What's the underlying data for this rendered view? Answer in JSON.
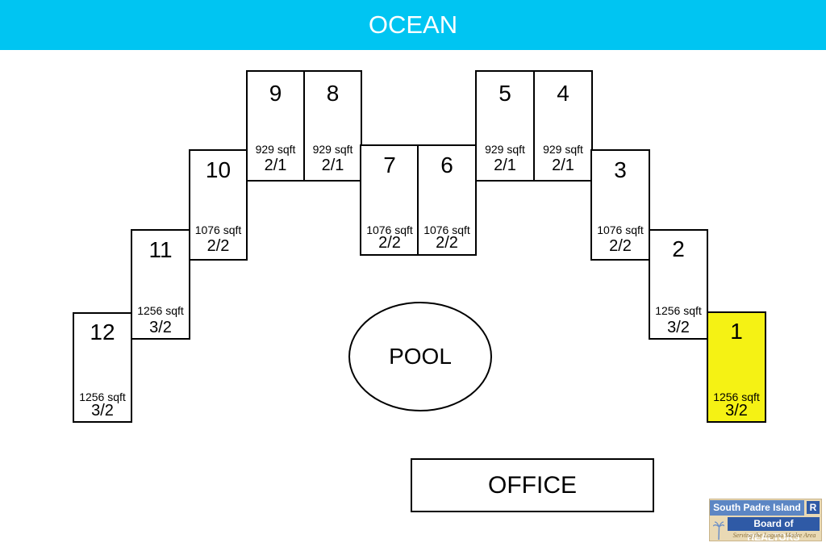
{
  "banner": {
    "label": "OCEAN",
    "color": "#00c5f2"
  },
  "units": [
    {
      "number": "12",
      "sqft": "1256 sqft",
      "rooms": "3/2",
      "highlighted": false
    },
    {
      "number": "11",
      "sqft": "1256 sqft",
      "rooms": "3/2",
      "highlighted": false
    },
    {
      "number": "10",
      "sqft": "1076 sqft",
      "rooms": "2/2",
      "highlighted": false
    },
    {
      "number": "9",
      "sqft": "929 sqft",
      "rooms": "2/1",
      "highlighted": false
    },
    {
      "number": "8",
      "sqft": "929 sqft",
      "rooms": "2/1",
      "highlighted": false
    },
    {
      "number": "7",
      "sqft": "1076 sqft",
      "rooms": "2/2",
      "highlighted": false
    },
    {
      "number": "6",
      "sqft": "1076 sqft",
      "rooms": "2/2",
      "highlighted": false
    },
    {
      "number": "5",
      "sqft": "929 sqft",
      "rooms": "2/1",
      "highlighted": false
    },
    {
      "number": "4",
      "sqft": "929 sqft",
      "rooms": "2/1",
      "highlighted": false
    },
    {
      "number": "3",
      "sqft": "1076 sqft",
      "rooms": "2/2",
      "highlighted": false
    },
    {
      "number": "2",
      "sqft": "1256 sqft",
      "rooms": "3/2",
      "highlighted": false
    },
    {
      "number": "1",
      "sqft": "1256 sqft",
      "rooms": "3/2",
      "highlighted": true
    }
  ],
  "highlight_color": "#f5f214",
  "pool": {
    "label": "POOL"
  },
  "office": {
    "label": "OFFICE"
  },
  "logo": {
    "line1": "South Padre Island",
    "line2": "Board of REALTORS",
    "mark": "R",
    "tagline": "Serving the Laguna Madre Area"
  }
}
